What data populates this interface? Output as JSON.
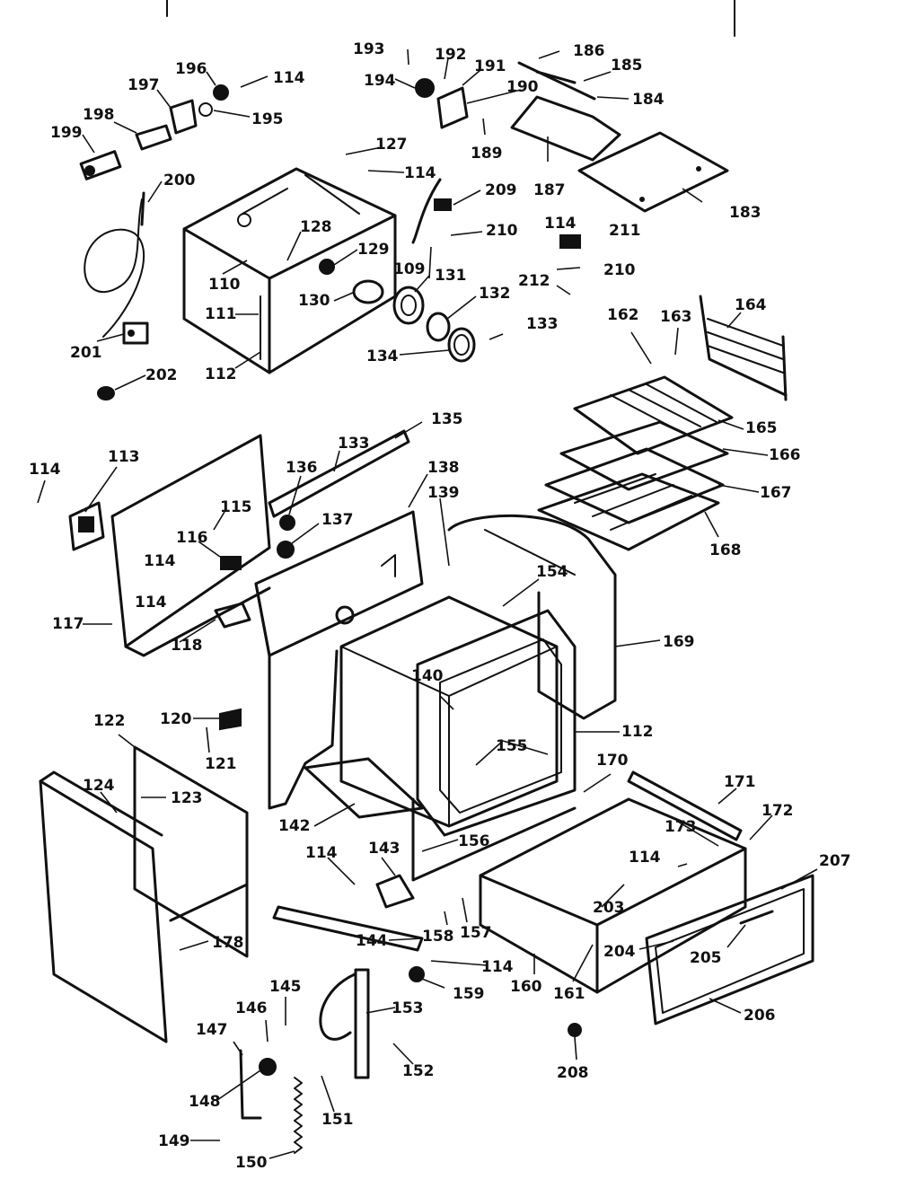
{
  "labels": {
    "p114": "114",
    "p193": "193",
    "p192": "192",
    "p191": "191",
    "p186": "186",
    "p185": "185",
    "p184": "184",
    "p196": "196",
    "p197": "197",
    "p198": "198",
    "p199": "199",
    "p195": "195",
    "p194": "194",
    "p190": "190",
    "p189": "189",
    "p187": "187",
    "p183": "183",
    "p127": "127",
    "p209": "209",
    "p210": "210",
    "p211": "211",
    "p212": "212",
    "p200": "200",
    "p128": "128",
    "p129": "129",
    "p110": "110",
    "p109": "109",
    "p131": "131",
    "p132": "132",
    "p133": "133",
    "p130": "130",
    "p111": "111",
    "p112": "112",
    "p134": "134",
    "p201": "201",
    "p202": "202",
    "p162": "162",
    "p163": "163",
    "p164": "164",
    "p165": "165",
    "p166": "166",
    "p167": "167",
    "p168": "168",
    "p135": "135",
    "p136": "136",
    "p138": "138",
    "p113": "113",
    "p115": "115",
    "p116": "116",
    "p137": "137",
    "p139": "139",
    "p154": "154",
    "p117": "117",
    "p118": "118",
    "p169": "169",
    "p140": "140",
    "p155": "155",
    "p120": "120",
    "p121": "121",
    "p122": "122",
    "p124": "124",
    "p123": "123",
    "p170": "170",
    "p171": "171",
    "p172": "172",
    "p173": "173",
    "p142": "142",
    "p156": "156",
    "p143": "143",
    "p207": "207",
    "p203": "203",
    "p157": "157",
    "p158": "158",
    "p144": "144",
    "p178": "178",
    "p204": "204",
    "p205": "205",
    "p160": "160",
    "p161": "161",
    "p159": "159",
    "p145": "145",
    "p146": "146",
    "p153": "153",
    "p206": "206",
    "p147": "147",
    "p152": "152",
    "p148": "148",
    "p208": "208",
    "p151": "151",
    "p149": "149",
    "p150": "150"
  }
}
